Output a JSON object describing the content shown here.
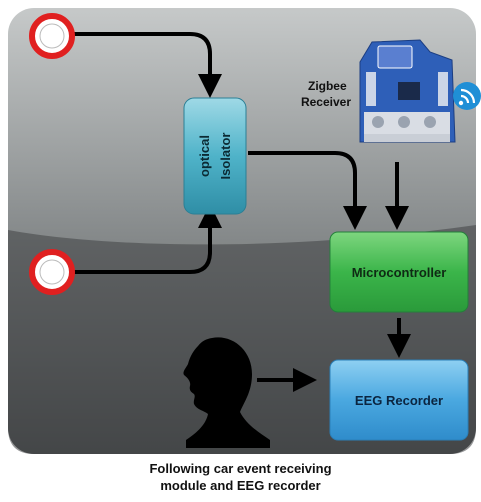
{
  "nodes": {
    "optical_isolator": [
      "optical",
      "Isolator"
    ],
    "zigbee_receiver": [
      "Zigbee",
      "Receiver"
    ],
    "microcontroller": "Microcontroller",
    "eeg_recorder": "EEG Recorder"
  },
  "icons": {
    "input_top": "signal-input-icon",
    "input_bottom": "signal-input-icon",
    "wireless": "wifi-icon",
    "board": "zigbee-board-icon",
    "person": "human-head-icon"
  },
  "colors": {
    "panel_top": "#c9cccc",
    "panel_bottom": "#4a4d4e",
    "isolator": "#4fb3c9",
    "microcontroller": "#3bb54a",
    "eeg": "#4aa8e0",
    "input_ring": "#e02020",
    "wifi_bg": "#1f8fd6",
    "board": "#2e5fb8"
  },
  "caption": {
    "line1": "Following car event receiving",
    "line2": "module and EEG recorder"
  }
}
